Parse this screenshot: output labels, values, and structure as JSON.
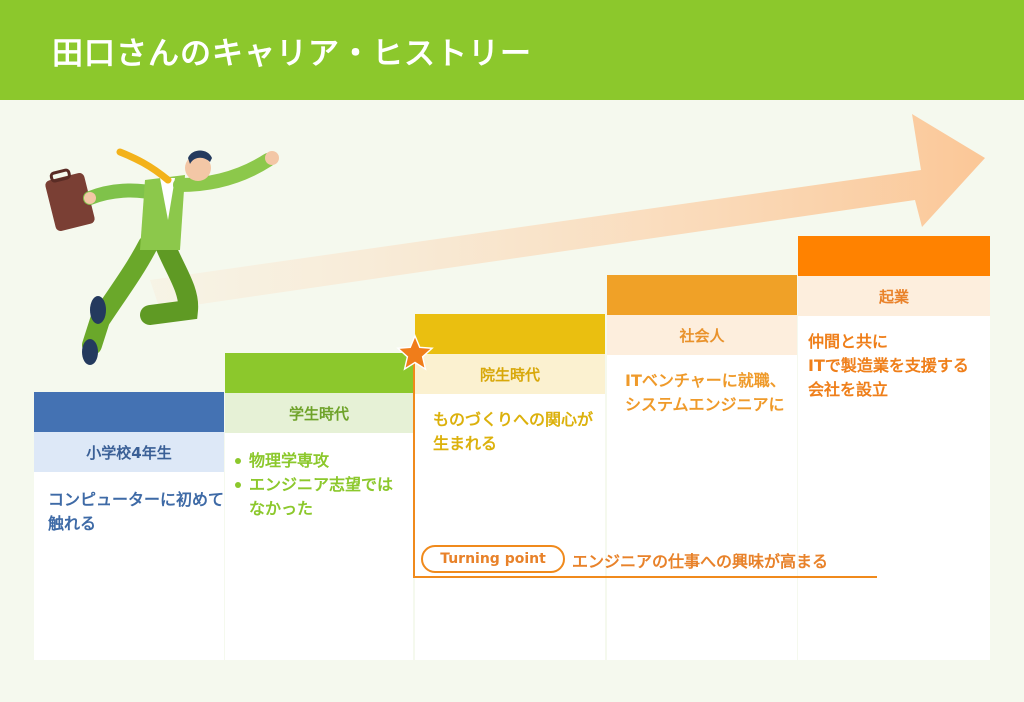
{
  "title": "田口さんのキャリア・ヒストリー",
  "stages": [
    {
      "label": "小学校4年生",
      "lines": [
        "コンピューターに初めて",
        "触れる"
      ]
    },
    {
      "label": "学生時代",
      "bullets": [
        "物理学専攻",
        "エンジニア志望では",
        "なかった"
      ]
    },
    {
      "label": "院生時代",
      "lines": [
        "ものづくりへの関心が",
        "生まれる"
      ]
    },
    {
      "label": "社会人",
      "lines": [
        "ITベンチャーに就職、",
        "システムエンジニアに"
      ]
    },
    {
      "label": "起業",
      "lines": [
        "仲間と共に",
        "ITで製造業を支援する",
        "会社を設立"
      ]
    }
  ],
  "turning_point": {
    "badge": "Turning point",
    "text": "エンジニアの仕事への興味が高まる"
  },
  "colors": {
    "header": "#8cc82c",
    "stage1_band": "#4472b3",
    "stage2_band": "#8cc82c",
    "stage3_band": "#eabf10",
    "stage4_band": "#f0a127",
    "stage5_band": "#ff8200",
    "accent_orange": "#f08a1c"
  },
  "icons": [
    "star-icon",
    "businessman-illustration",
    "growth-arrow"
  ]
}
